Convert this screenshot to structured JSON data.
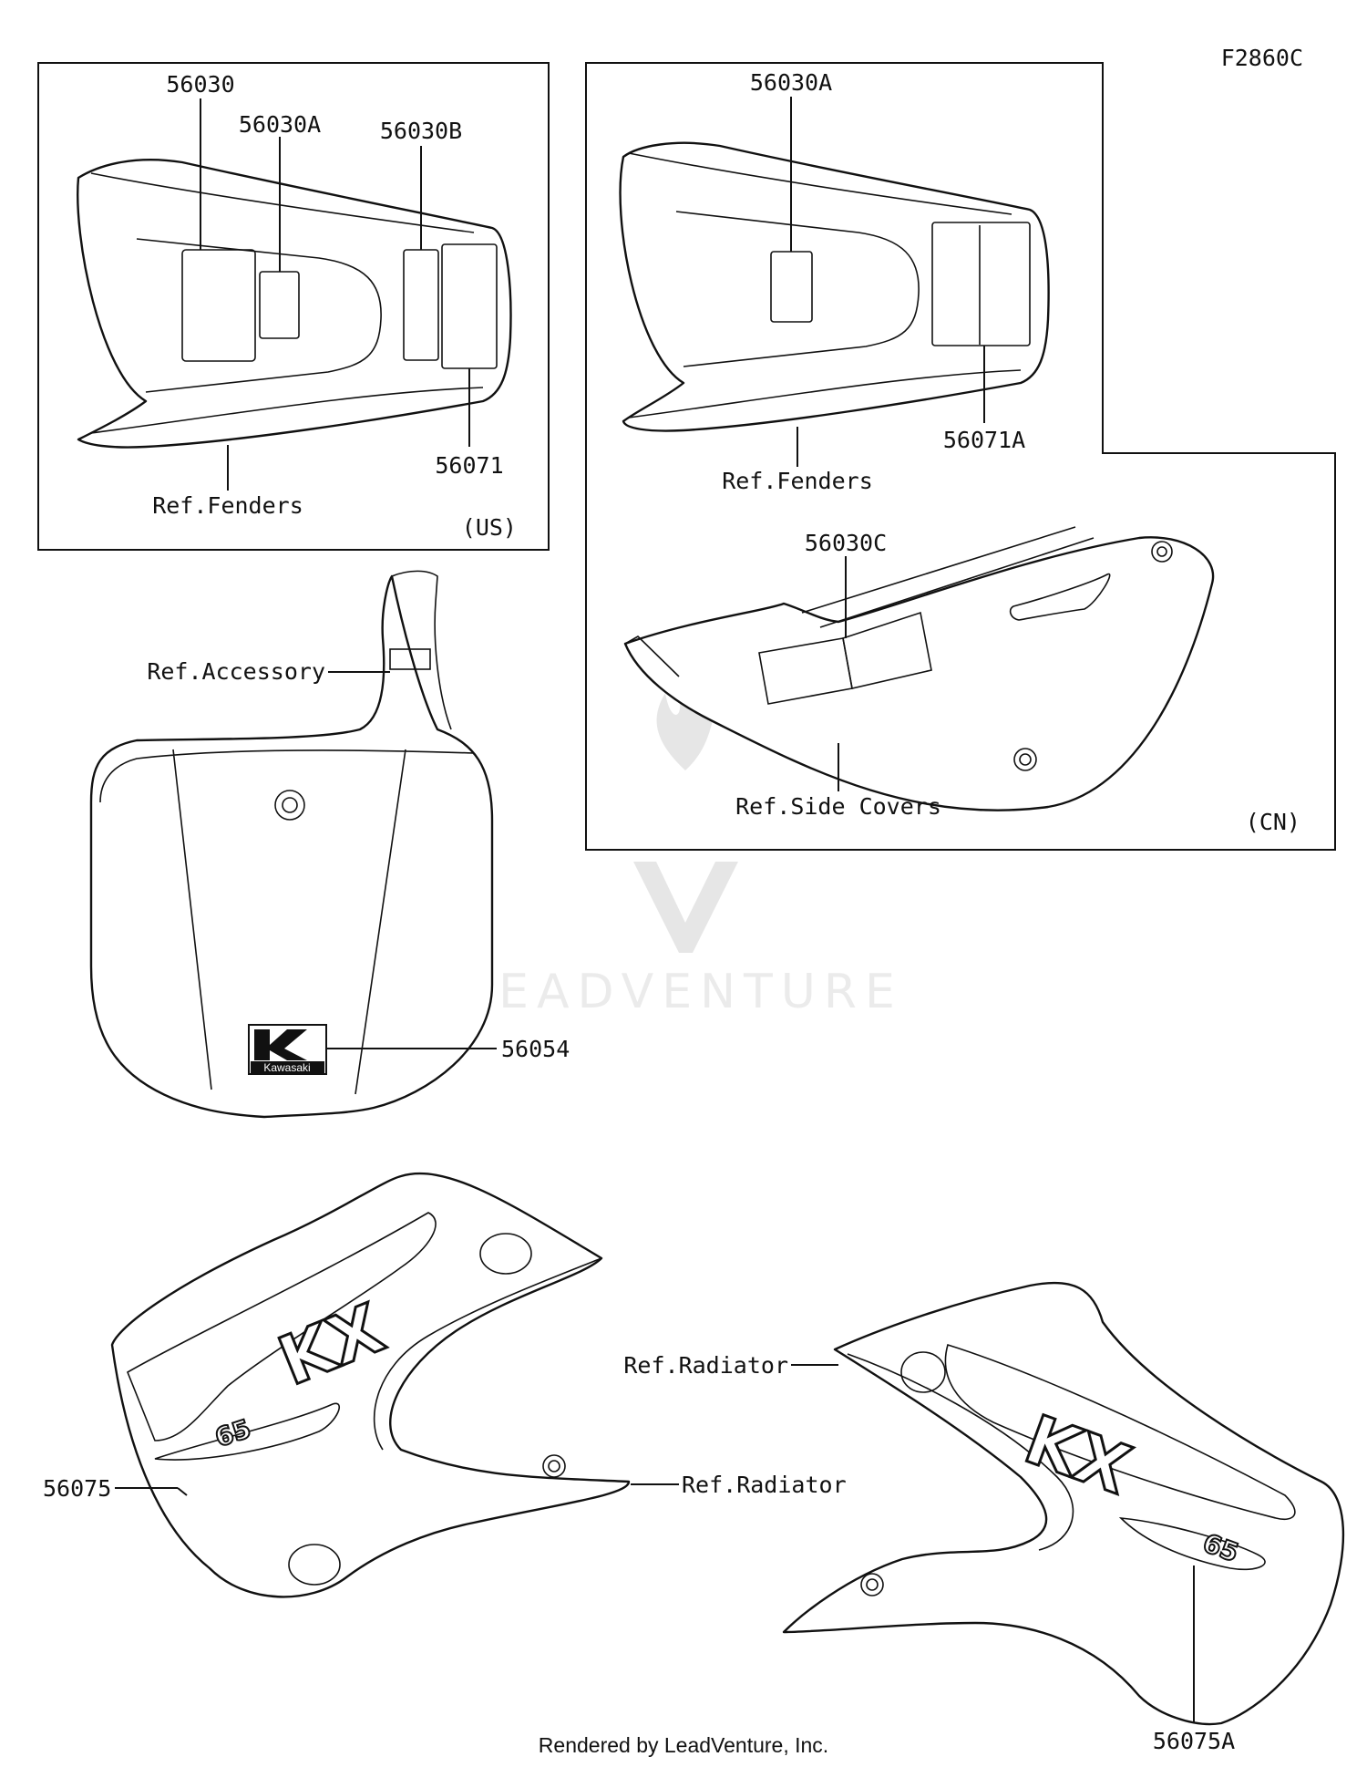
{
  "figure_code": "F2860C",
  "regions": {
    "us": "(US)",
    "cn": "(CN)"
  },
  "parts": {
    "p56030": "56030",
    "p56030a_us": "56030A",
    "p56030b": "56030B",
    "p56071": "56071",
    "p56030a_cn": "56030A",
    "p56071a": "56071A",
    "p56030c": "56030C",
    "p56054": "56054",
    "p56075": "56075",
    "p56075a": "56075A"
  },
  "refs": {
    "fenders_us": "Ref.Fenders",
    "fenders_cn": "Ref.Fenders",
    "side_covers": "Ref.Side Covers",
    "accessory": "Ref.Accessory",
    "radiator_left": "Ref.Radiator",
    "radiator_right": "Ref.Radiator"
  },
  "decal_text": {
    "kawasaki": "Kawasaki",
    "model_left": "KX",
    "model_right": "KX",
    "size_left": "65",
    "size_right": "65"
  },
  "watermark": {
    "brand": "LEADVENTURE"
  },
  "footer": "Rendered by LeadVenture, Inc."
}
